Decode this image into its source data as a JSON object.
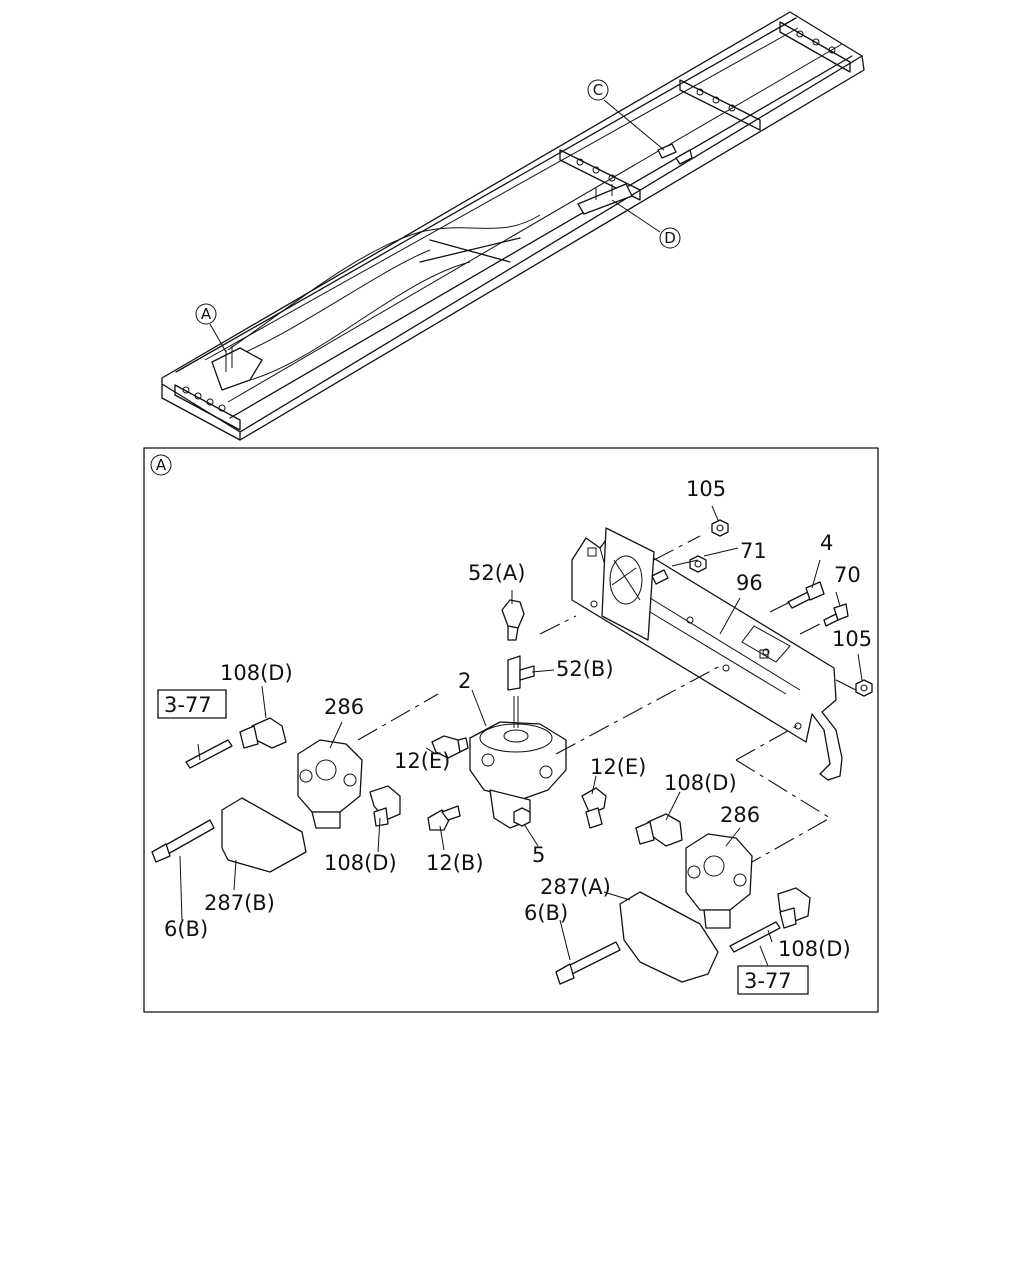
{
  "callouts": {
    "a_top": "A",
    "c": "C",
    "d": "D",
    "a_detail": "A"
  },
  "labels": {
    "p105_top": "105",
    "p71": "71",
    "p4": "4",
    "p70": "70",
    "p96": "96",
    "p105_right": "105",
    "p52a": "52(A)",
    "p52b": "52(B)",
    "p2": "2",
    "p108d_tl": "108(D)",
    "ref_left": "3-77",
    "p286_left": "286",
    "p12e_left": "12(E)",
    "p12e_right": "12(E)",
    "p108d_mid": "108(D)",
    "p12b": "12(B)",
    "p5": "5",
    "p108d_right_top": "108(D)",
    "p286_right": "286",
    "p287b": "287(B)",
    "p6b_left": "6(B)",
    "p287a": "287(A)",
    "p6b_right": "6(B)",
    "p108d_right_bottom": "108(D)",
    "ref_right": "3-77"
  }
}
